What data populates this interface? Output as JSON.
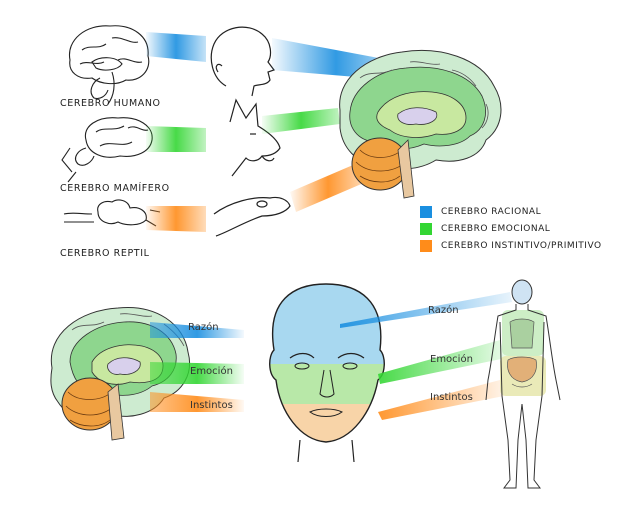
{
  "captions": {
    "human": "CEREBRO HUMANO",
    "mammal": "CEREBRO MAMÍFERO",
    "reptile": "CEREBRO REPTIL"
  },
  "legend": [
    {
      "label": "CEREBRO RACIONAL",
      "color": "#1a8fe0"
    },
    {
      "label": "CEREBRO EMOCIONAL",
      "color": "#33d633"
    },
    {
      "label": "CEREBRO INSTINTIVO/PRIMITIVO",
      "color": "#ff8c1a"
    }
  ],
  "tags": {
    "brain_reason": "Razón",
    "brain_emotion": "Emoción",
    "brain_instinct": "Instintos",
    "body_reason": "Razón",
    "body_emotion": "Emoción",
    "body_instinct": "Instintos"
  },
  "colors": {
    "rational": "#1a8fe0",
    "emotional": "#33d633",
    "instinctive": "#ff8c1a",
    "head_blue": "#a8d8f0",
    "head_green": "#b8e8a8",
    "head_orange": "#f8d4a8"
  }
}
